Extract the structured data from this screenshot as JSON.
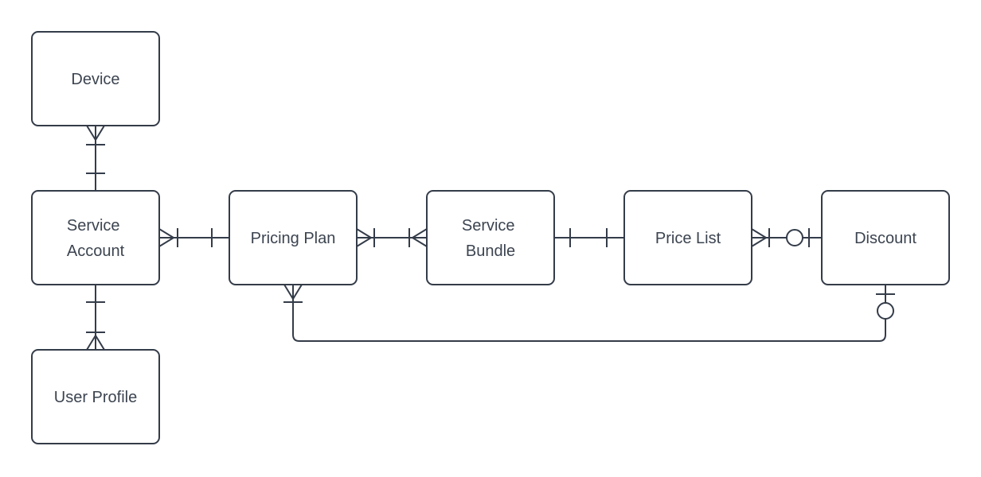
{
  "diagram": {
    "background": "#ffffff",
    "stroke_color": "#343c49",
    "text_color": "#3c4450",
    "entities": [
      {
        "id": "device",
        "lines": [
          "Device"
        ]
      },
      {
        "id": "service-account",
        "lines": [
          "Service",
          "Account"
        ]
      },
      {
        "id": "pricing-plan",
        "lines": [
          "Pricing Plan"
        ]
      },
      {
        "id": "service-bundle",
        "lines": [
          "Service",
          "Bundle"
        ]
      },
      {
        "id": "price-list",
        "lines": [
          "Price List"
        ]
      },
      {
        "id": "discount",
        "lines": [
          "Discount"
        ]
      },
      {
        "id": "user-profile",
        "lines": [
          "User Profile"
        ]
      }
    ],
    "relationships": [
      {
        "from": "Device",
        "to": "Service Account",
        "from_cardinality": "one-or-many",
        "to_cardinality": "one",
        "route": "vertical"
      },
      {
        "from": "Service Account",
        "to": "Pricing Plan",
        "from_cardinality": "one-or-many",
        "to_cardinality": "one",
        "route": "horizontal"
      },
      {
        "from": "Pricing Plan",
        "to": "Service Bundle",
        "from_cardinality": "one-or-many",
        "to_cardinality": "one-or-many",
        "route": "horizontal"
      },
      {
        "from": "Service Bundle",
        "to": "Price List",
        "from_cardinality": "one",
        "to_cardinality": "one",
        "route": "horizontal"
      },
      {
        "from": "Price List",
        "to": "Discount",
        "from_cardinality": "one-or-many",
        "to_cardinality": "zero-or-one",
        "route": "horizontal"
      },
      {
        "from": "Pricing Plan",
        "to": "Discount",
        "from_cardinality": "one-or-many",
        "to_cardinality": "zero-or-one",
        "route": "bottom-elbow"
      },
      {
        "from": "Service Account",
        "to": "User Profile",
        "from_cardinality": "one",
        "to_cardinality": "one-or-many",
        "route": "vertical"
      }
    ]
  }
}
